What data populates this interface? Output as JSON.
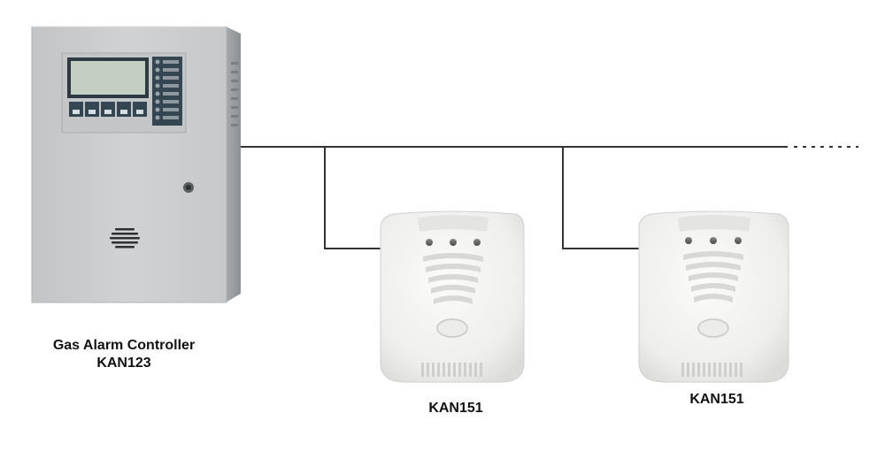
{
  "controller": {
    "name": "Gas Alarm Controller",
    "model": "KAN123"
  },
  "detectors": [
    {
      "model": "KAN151"
    },
    {
      "model": "KAN151"
    }
  ],
  "colors": {
    "wire": "#333333",
    "cabinet": "#c9cbcc",
    "detector": "#f2f2f0",
    "lcd": "#c4cec2"
  }
}
